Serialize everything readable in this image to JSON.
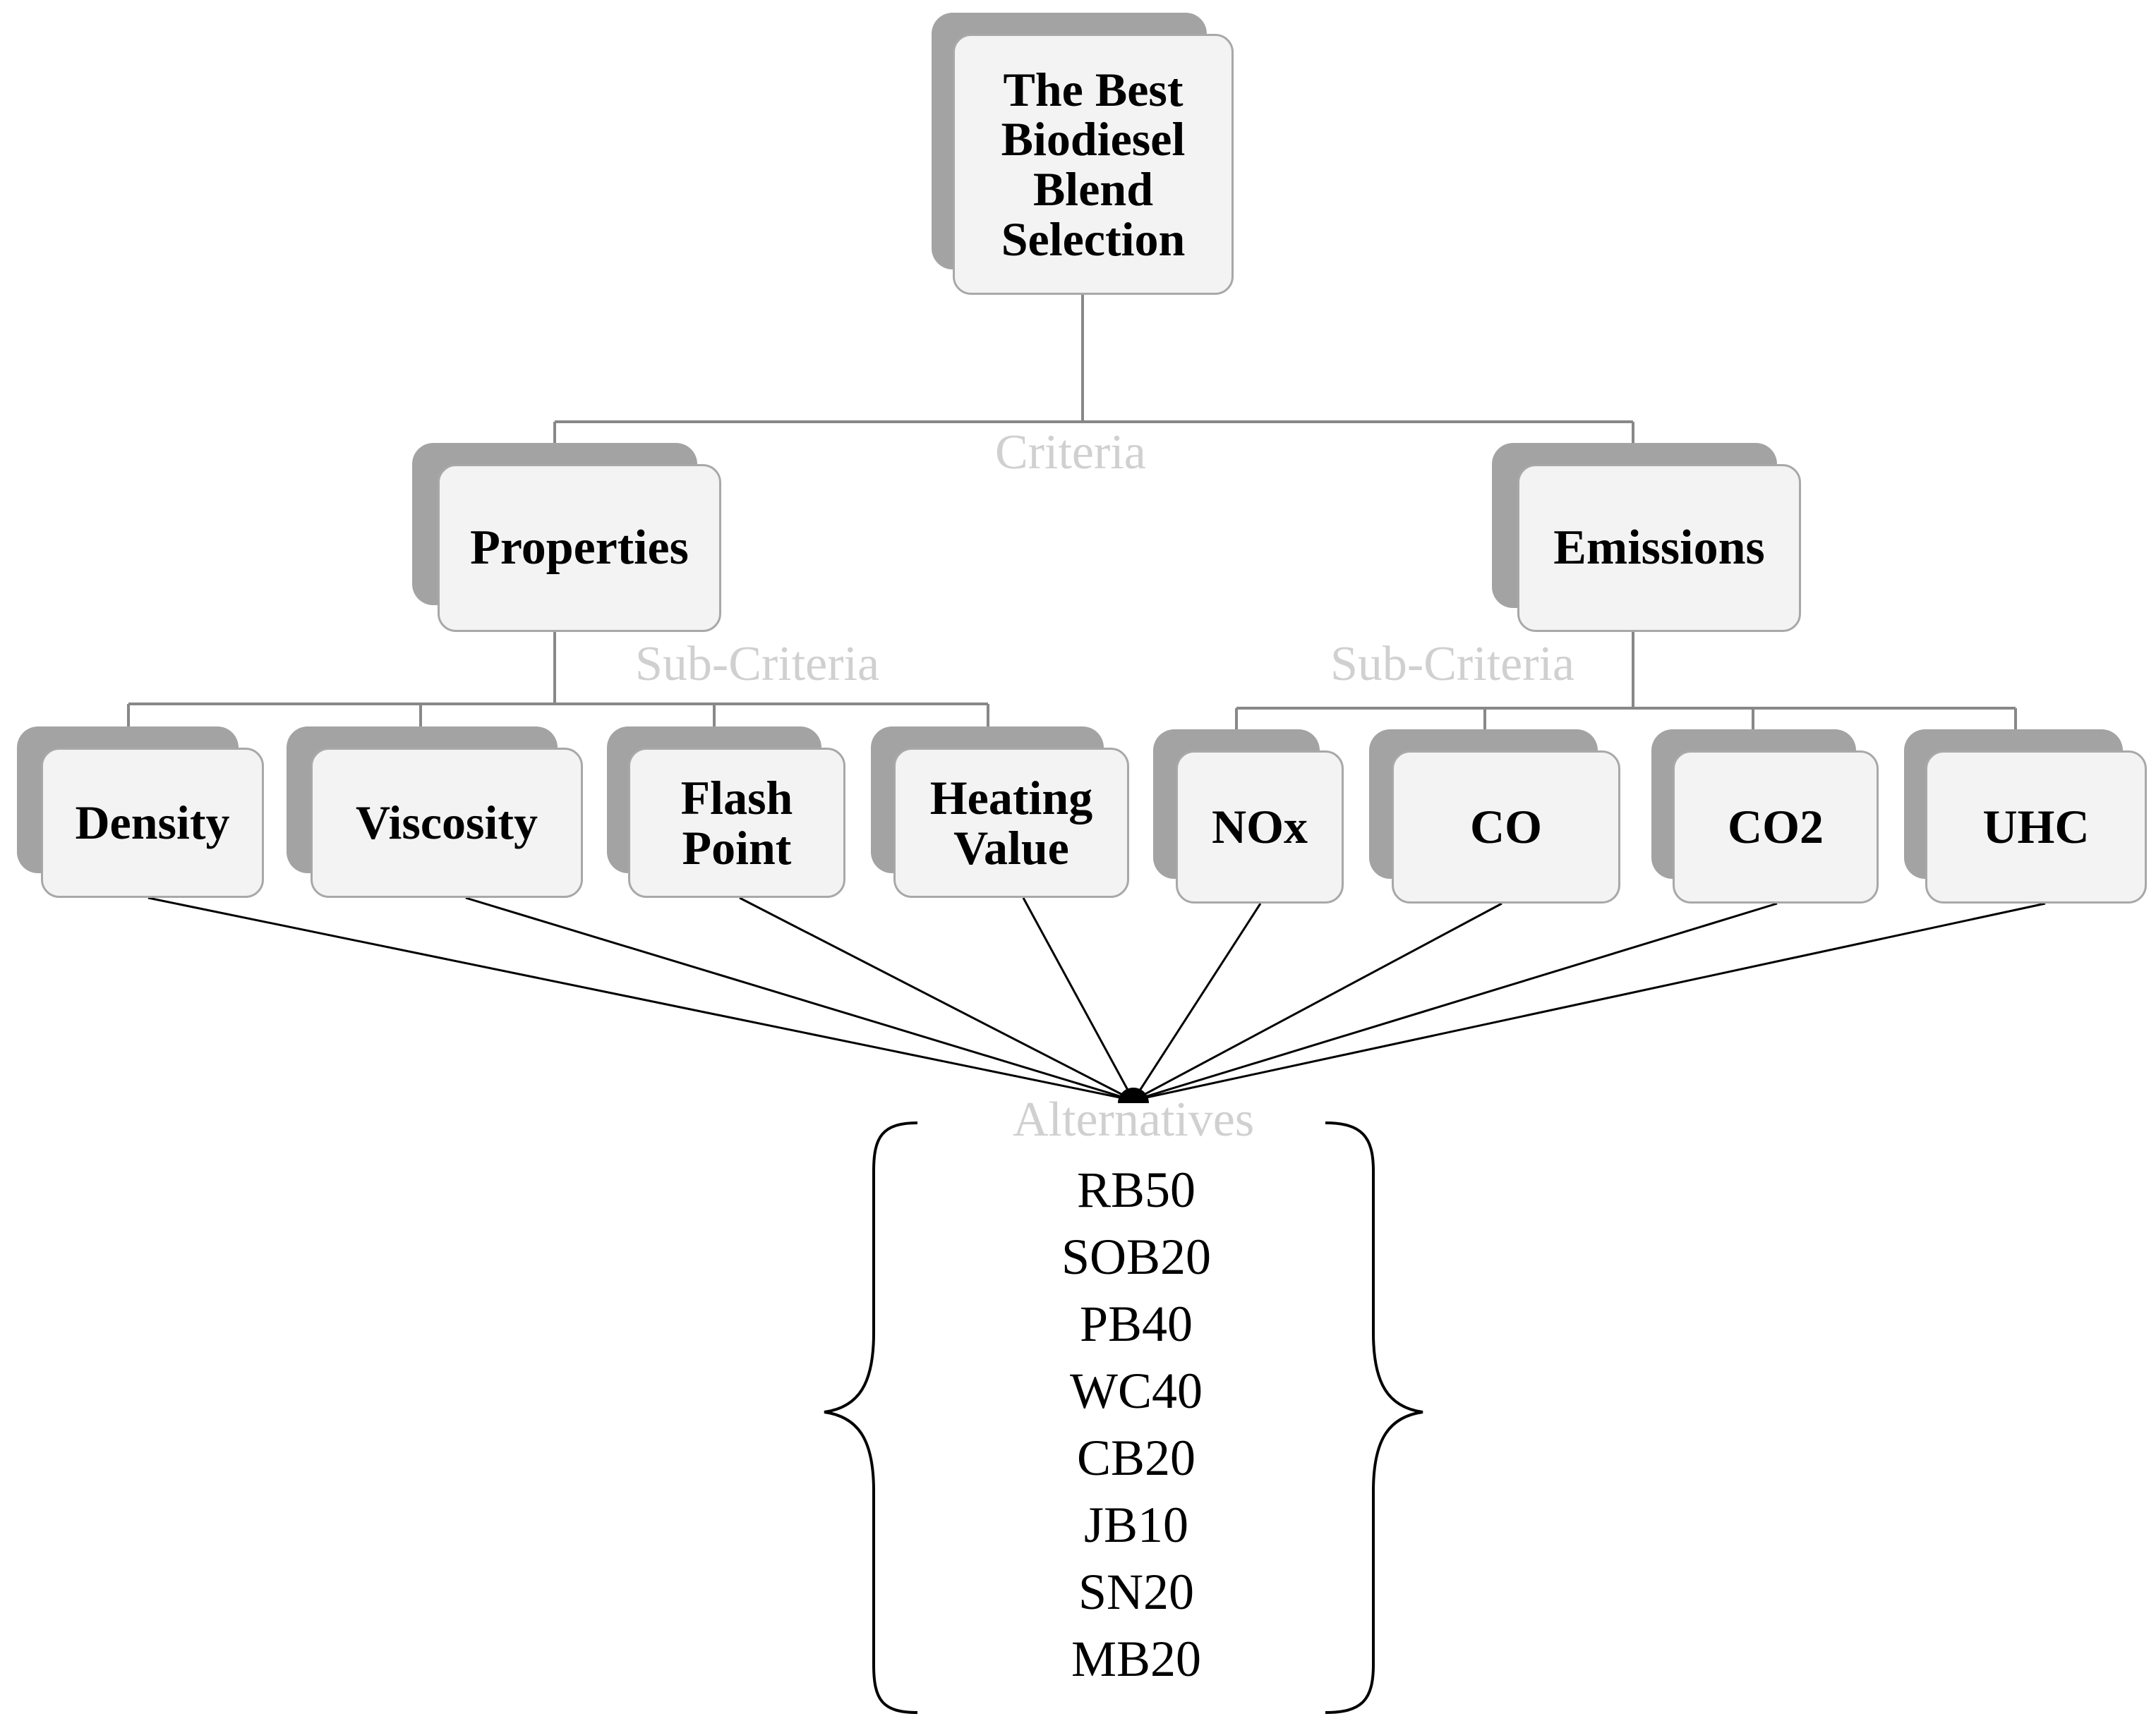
{
  "root": {
    "label_lines": [
      "The Best",
      "Biodiesel",
      "Blend",
      "Selection"
    ]
  },
  "levels": {
    "criteria": "Criteria",
    "sub_criteria": "Sub-Criteria",
    "alternatives": "Alternatives"
  },
  "criteria": [
    {
      "label": "Properties",
      "sub_criteria": [
        {
          "label_lines": [
            "Density"
          ]
        },
        {
          "label_lines": [
            "Viscosity"
          ]
        },
        {
          "label_lines": [
            "Flash",
            "Point"
          ]
        },
        {
          "label_lines": [
            "Heating",
            "Value"
          ]
        }
      ]
    },
    {
      "label": "Emissions",
      "sub_criteria": [
        {
          "label_lines": [
            "NOx"
          ]
        },
        {
          "label_lines": [
            "CO"
          ]
        },
        {
          "label_lines": [
            "CO2"
          ]
        },
        {
          "label_lines": [
            "UHC"
          ]
        }
      ]
    }
  ],
  "alternatives": [
    "RB50",
    "SOB20",
    "PB40",
    "WC40",
    "CB20",
    "JB10",
    "SN20",
    "MB20"
  ],
  "colors": {
    "box_fill": "#f3f3f3",
    "box_border": "#a8a8a8",
    "shadow": "#a3a3a3",
    "level_label": "#d0d0d0",
    "connector": "#888888",
    "edge": "#000000"
  }
}
